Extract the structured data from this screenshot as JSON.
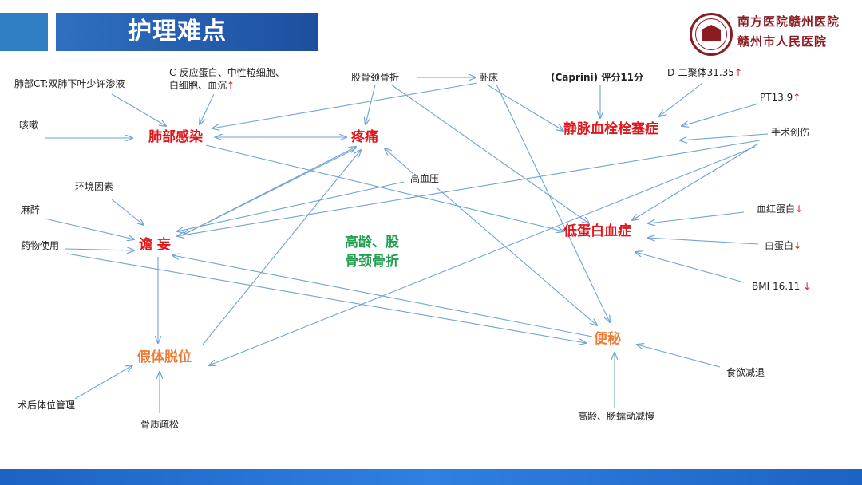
{
  "header": {
    "title": "护理难点",
    "hospital_line1": "南方医院赣州医院",
    "hospital_line2": "赣州市人民医院",
    "logo_icon": "hospital-logo-icon"
  },
  "center": {
    "line1": "高龄、股",
    "line2": "骨颈骨折"
  },
  "problems": {
    "lung_infection": "肺部感染",
    "pain": "疼痛",
    "vte": "静脉血栓栓塞症",
    "delirium": "谵 妄",
    "hypoproteinemia": "低蛋白血症",
    "dislocation": "假体脱位",
    "constipation": "便秘"
  },
  "factors": {
    "lung_ct": "肺部CT:双肺下叶少许渗液",
    "crp_line1": "C-反应蛋白、中性粒细胞、",
    "crp_line2": "白细胞、血沉",
    "cough": "咳嗽",
    "hip_fracture": "股骨颈骨折",
    "bed_rest": "卧床",
    "caprini": "(Caprini) 评分11分",
    "d_dimer": "D-二聚体31.35",
    "pt": "PT13.9",
    "surgical_wound": "手术创伤",
    "hypertension": "高血压",
    "environment": "环境因素",
    "anesthesia": "麻醉",
    "drug_use": "药物使用",
    "hemoglobin": "血红蛋白",
    "albumin": "白蛋白",
    "bmi": "BMI  16.11",
    "appetite": "食欲减退",
    "posture_mgmt": "术后体位管理",
    "osteoporosis": "骨质疏松",
    "elderly_motility": "高龄、肠蠕动减慢"
  },
  "arrows": {
    "up": "↑",
    "down": "↓"
  },
  "colors": {
    "header_blue": "#1e4f9f",
    "accent_red": "#e0181d",
    "accent_orange": "#ee7b31",
    "accent_green": "#22a050",
    "link_blue": "#6fa3d6",
    "hospital_red": "#8a1c22"
  }
}
